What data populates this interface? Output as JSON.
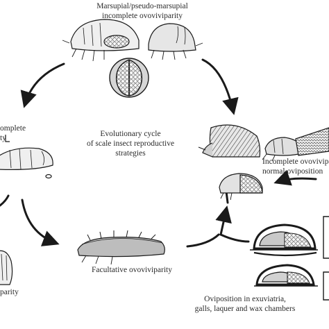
{
  "labels": {
    "top": "Marsupial/pseudo-marsupial\nincomplete ovoviviparity",
    "center": "Evolutionary cycle\nof scale insect reproductive\nstrategies",
    "left_upper": "omplete\nty",
    "right_upper": "Incomplete ovovivipa\nnormal oviposition",
    "bottom_center": "Facultative ovoviviparity",
    "left_bottom": "parity",
    "bottom_right": "Oviposition in exuviatria,\ngalls, laquer and wax chambers"
  },
  "icons": {
    "insects": "scale-insect-drawing",
    "egg_mass": "egg-mass-circle",
    "arrows": "cycle-arrow"
  },
  "colors": {
    "line": "#1a1a1a",
    "fill_light": "#efefef",
    "fill_mid": "#d9d9d9",
    "egg": "#ffffff"
  }
}
